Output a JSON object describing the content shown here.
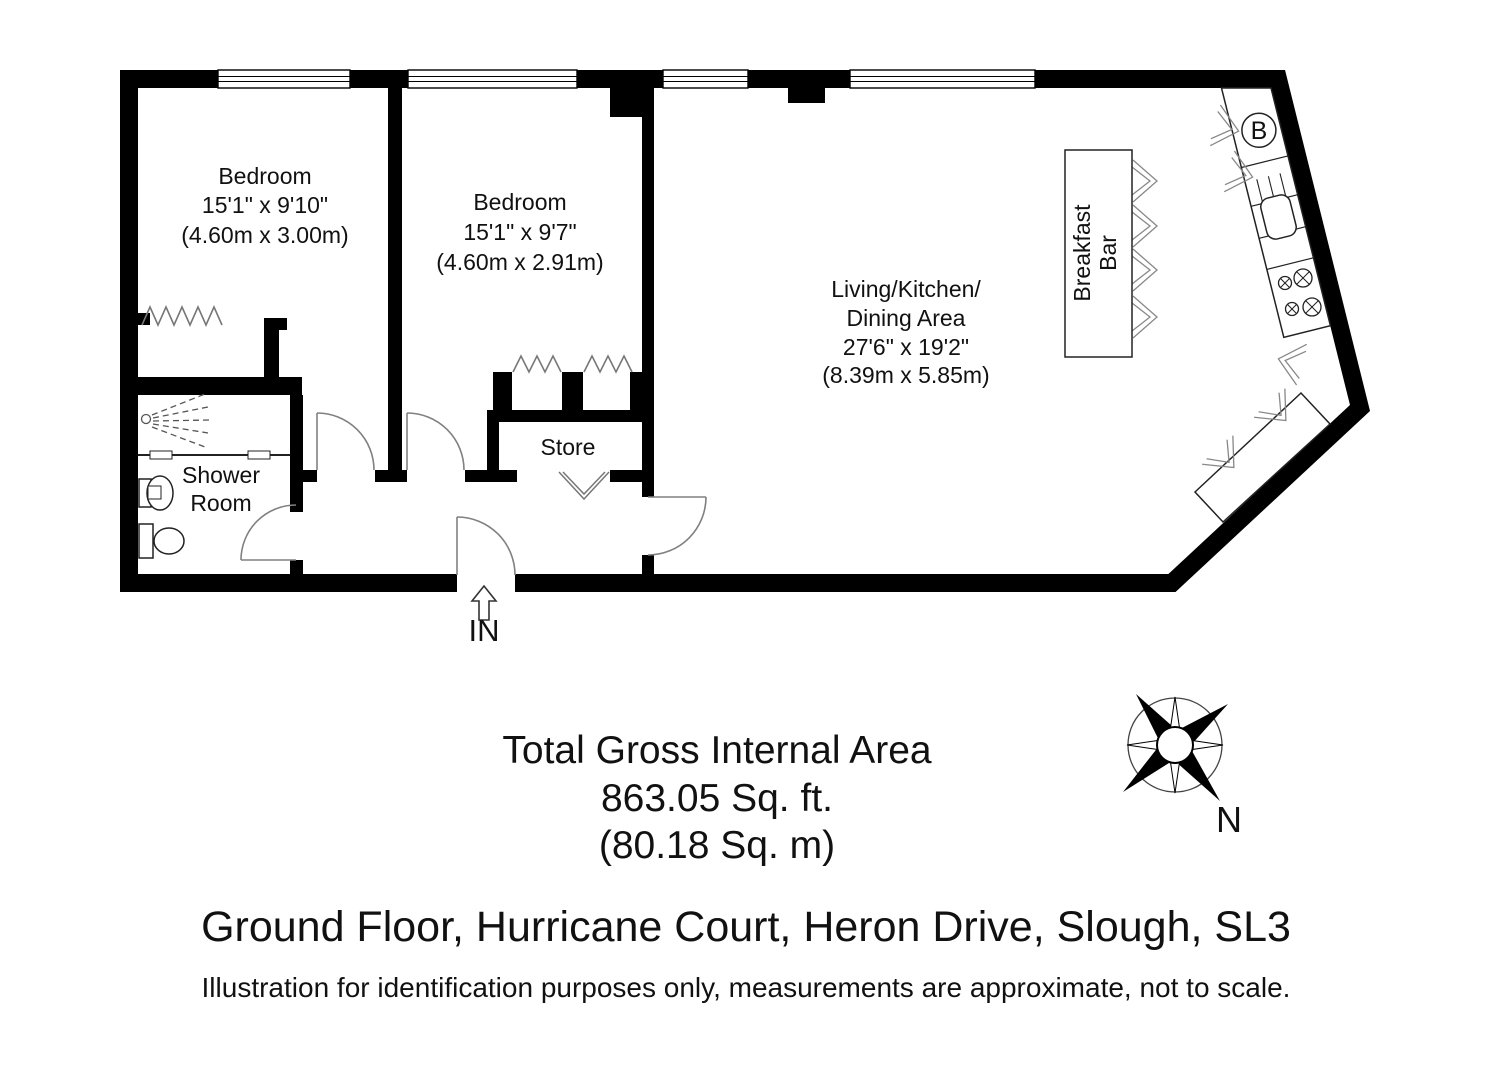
{
  "rooms": {
    "bedroom1": {
      "lines": [
        "Bedroom",
        "15'1\" x 9'10\"",
        "(4.60m x 3.00m)"
      ]
    },
    "bedroom2": {
      "lines": [
        "Bedroom",
        "15'1\" x 9'7\"",
        "(4.60m x 2.91m)"
      ]
    },
    "living": {
      "lines": [
        "Living/Kitchen/",
        "Dining Area",
        "27'6\" x 19'2\"",
        "(8.39m x 5.85m)"
      ]
    },
    "shower_room": {
      "lines": [
        "Shower",
        "Room"
      ]
    },
    "store": {
      "label": "Store"
    },
    "breakfast_bar": {
      "lines": [
        "Breakfast",
        "Bar"
      ]
    }
  },
  "markers": {
    "boiler": "B",
    "entrance": "IN",
    "north": "N"
  },
  "summary": {
    "lines": [
      "Total Gross Internal Area",
      "863.05 Sq. ft.",
      "(80.18 Sq. m)"
    ]
  },
  "title": "Ground Floor, Hurricane Court, Heron Drive, Slough, SL3",
  "disclaimer": "Illustration for identification purposes only, measurements are approximate, not to scale.",
  "colors": {
    "wall": "#000000",
    "background": "#ffffff",
    "fixture": "#222222",
    "door": "#808080"
  }
}
